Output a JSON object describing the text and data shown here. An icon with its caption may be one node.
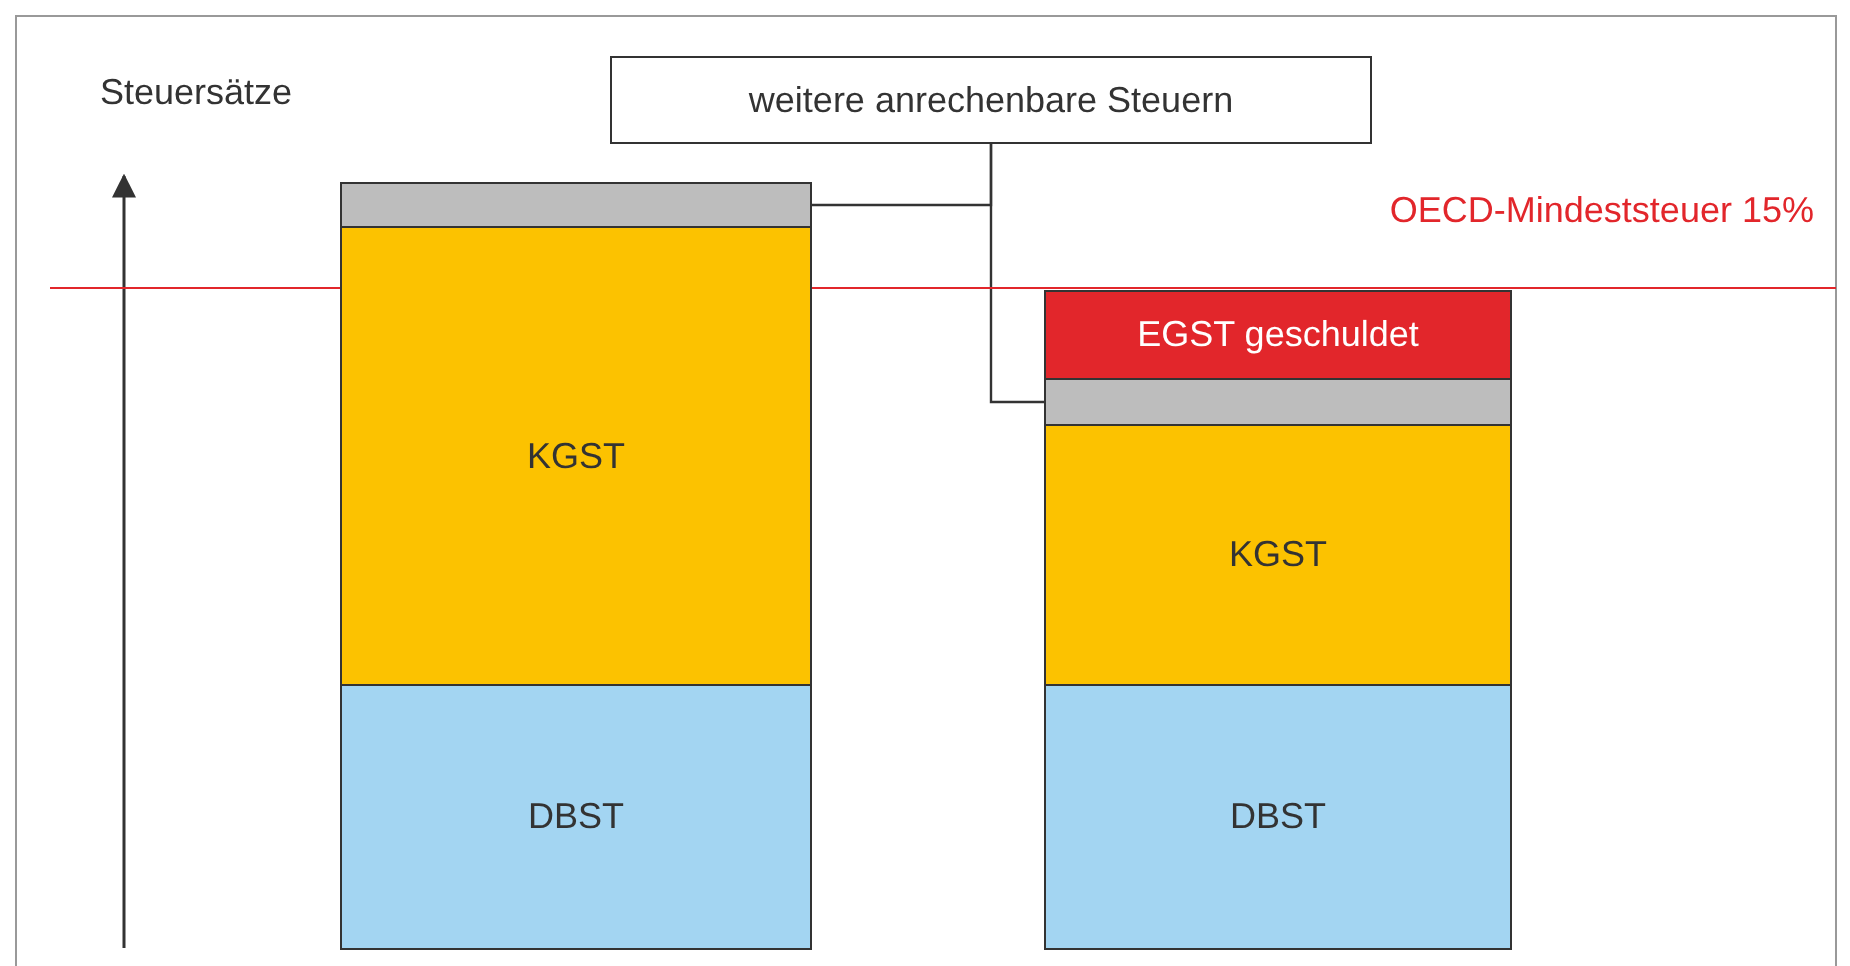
{
  "diagram": {
    "nodes": [
      {
        "text": [
          "weitere anrechenbare Steuern"
        ]
      },
      {
        "text": [],
        "shape": "bar"
      },
      {
        "text": [
          "KGST"
        ]
      },
      {
        "text": [
          "DBST"
        ]
      },
      {
        "text": [
          "EGST geschuldet"
        ]
      },
      {
        "text": [],
        "shape": "bar"
      },
      {
        "text": [
          "KGST"
        ]
      },
      {
        "text": [
          "DBST"
        ]
      }
    ],
    "edges": [
      {
        "from": 0,
        "to": 1,
        "arrow": "none"
      },
      {
        "from": 0,
        "to": 5,
        "arrow": "none"
      }
    ],
    "labels": [
      "Steuersätze",
      "OECD-Mindeststeuer 15%"
    ]
  }
}
